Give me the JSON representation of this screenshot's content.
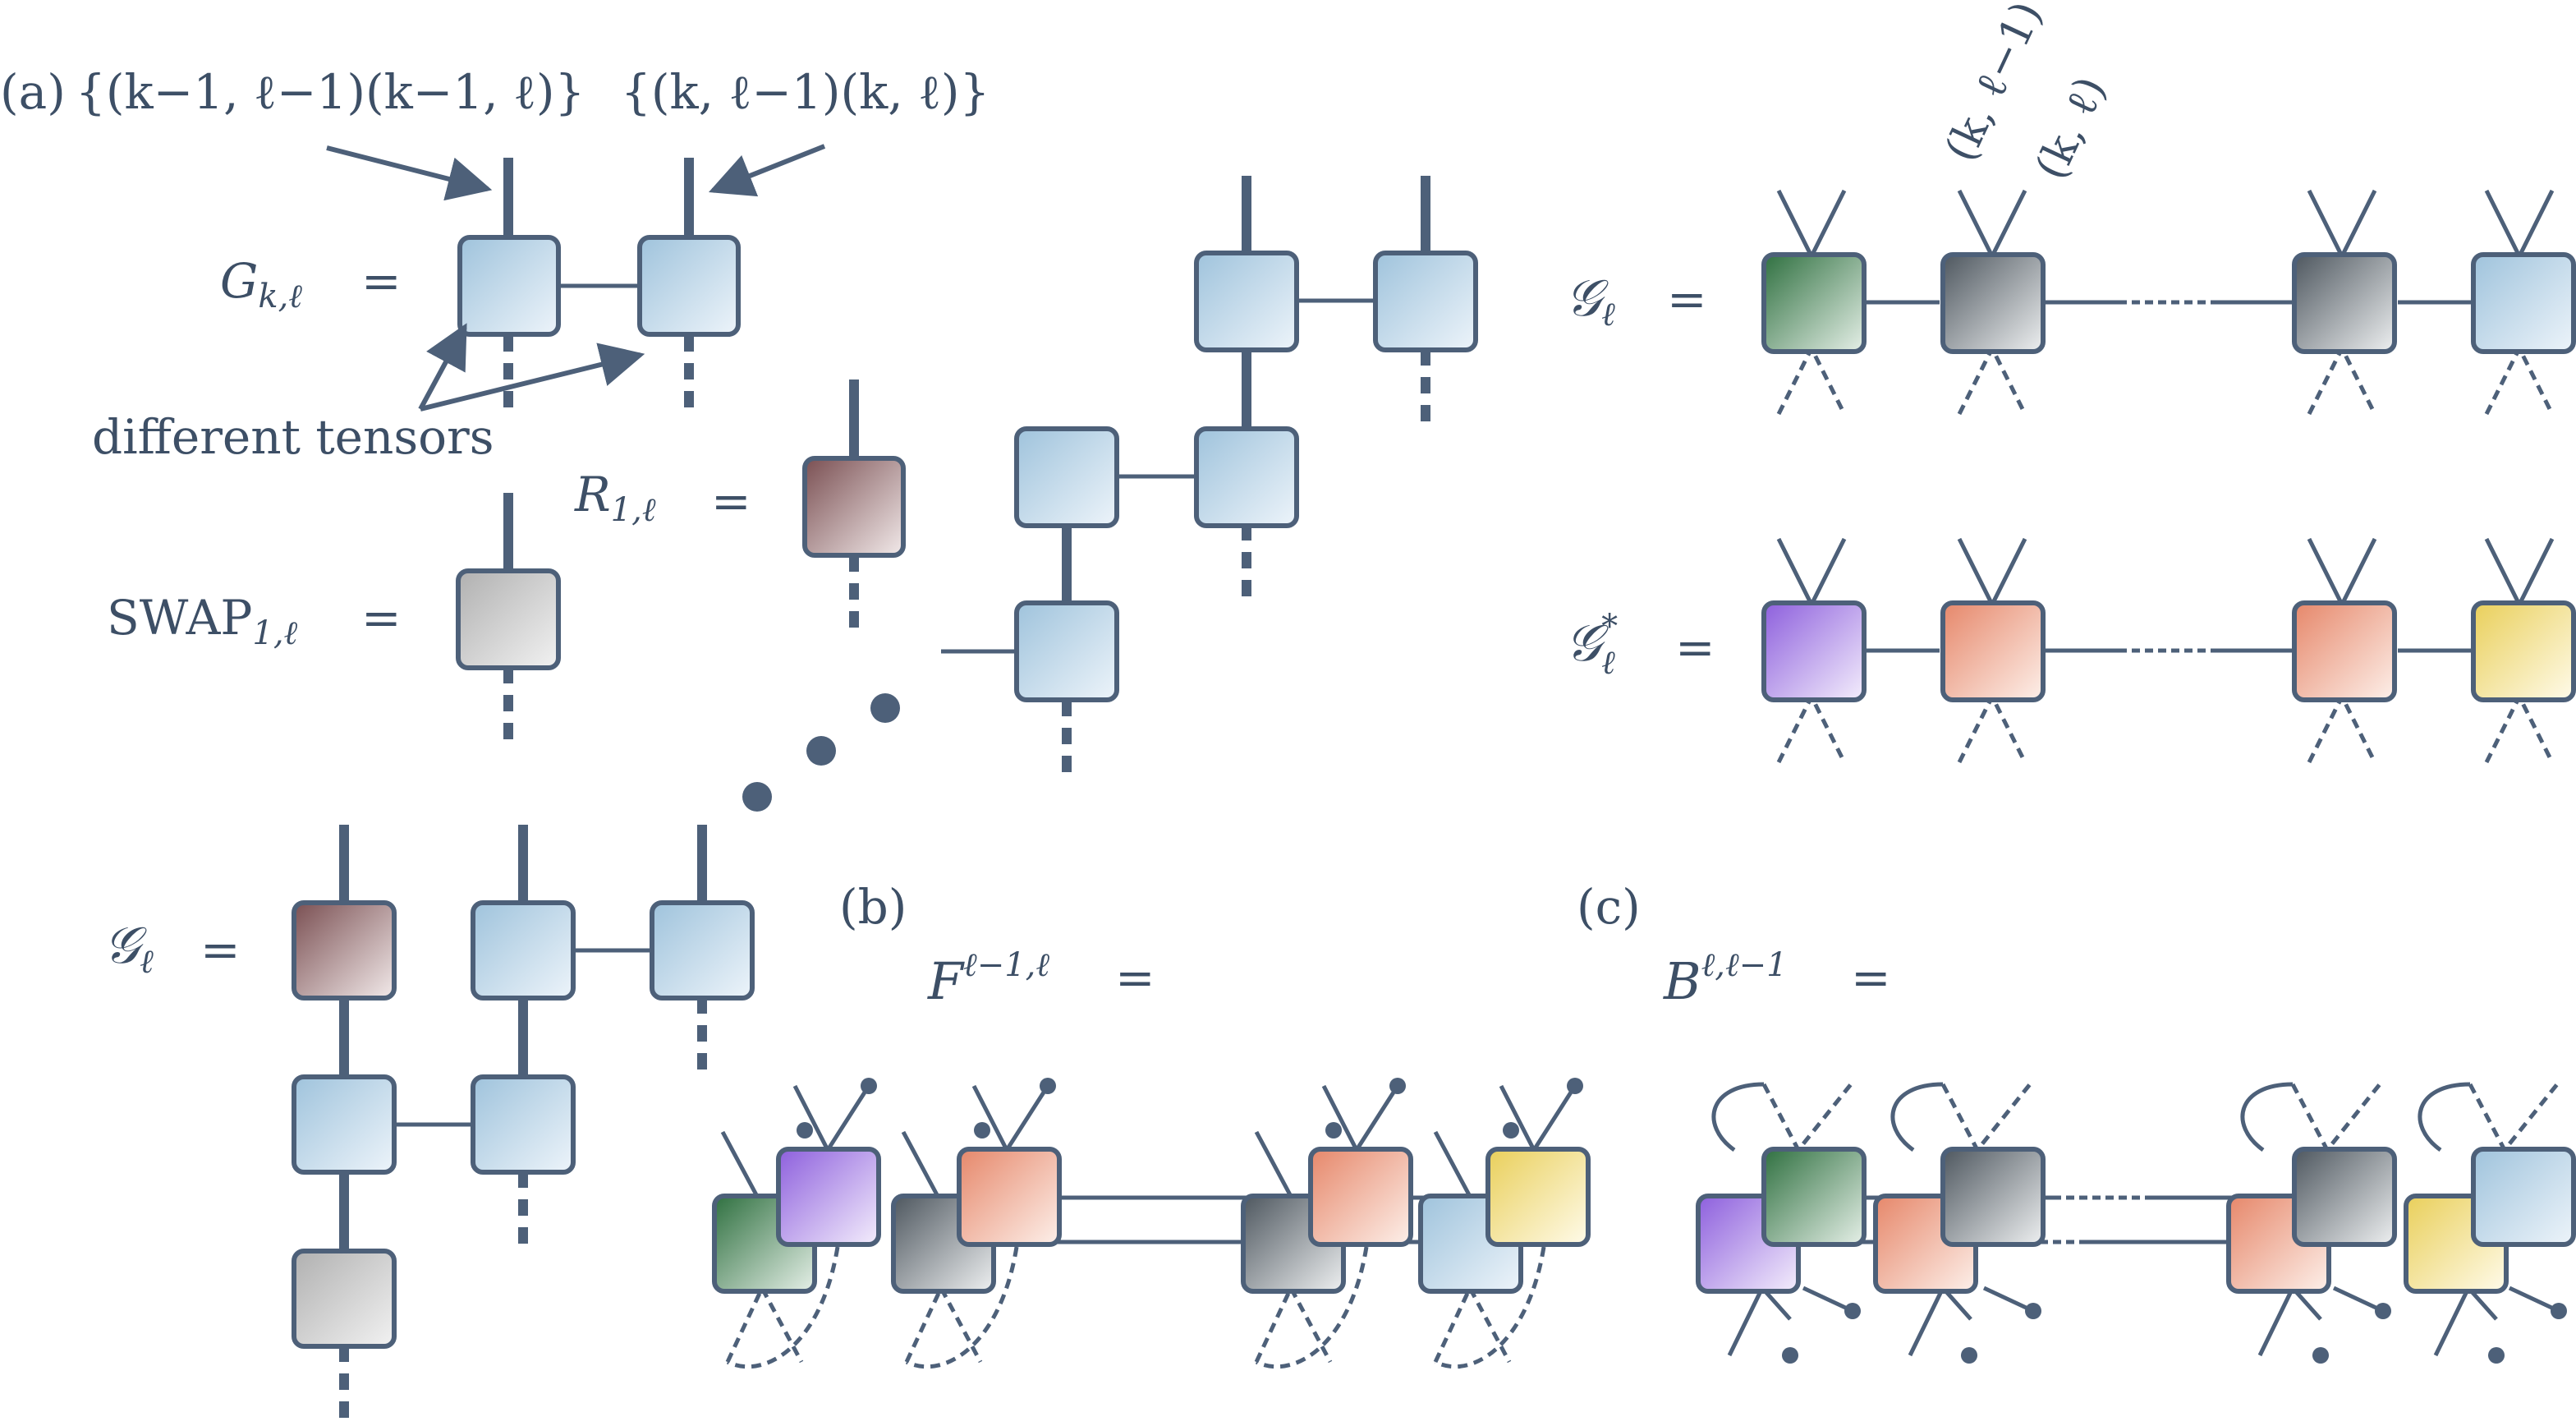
{
  "panels": {
    "a_label": "(a)",
    "b_label": "(b)",
    "c_label": "(c)"
  },
  "labels": {
    "set1": "{(k−1, ℓ−1)(k−1, ℓ)}",
    "set2": "{(k, ℓ−1)(k, ℓ)}",
    "different_tensors": "different tensors",
    "leg1": "(k, ℓ−1)",
    "leg2": "(k, ℓ)"
  },
  "equations": {
    "G_kl": {
      "lhs": "G",
      "sub": "k,ℓ",
      "eq": "="
    },
    "R_1l": {
      "lhs": "R",
      "sub": "1,ℓ",
      "eq": "="
    },
    "SWAP_1l": {
      "lhs": "SWAP",
      "sub": "1,ℓ",
      "eq": "="
    },
    "calG_left": {
      "lhs": "𝒢",
      "sub": "ℓ",
      "eq": "="
    },
    "calG_right": {
      "lhs": "𝒢",
      "sub": "ℓ",
      "eq": "="
    },
    "calG_star": {
      "lhs": "𝒢",
      "sub": "ℓ",
      "sup": "*",
      "eq": "="
    },
    "F": {
      "lhs": "F",
      "sup": "ℓ−1,ℓ",
      "eq": "="
    },
    "B": {
      "lhs": "B",
      "sup": "ℓ,ℓ−1",
      "eq": "="
    }
  },
  "colors": {
    "ink": "#4d6079",
    "blue": "#b4cfe0",
    "brown": "#8c6466",
    "gray": "#c4c4c4",
    "green": "#4e8a5c",
    "darkgray": "#6e767c",
    "purple": "#a682e0",
    "salmon": "#ec9c80",
    "yellow": "#f0dc7a"
  }
}
